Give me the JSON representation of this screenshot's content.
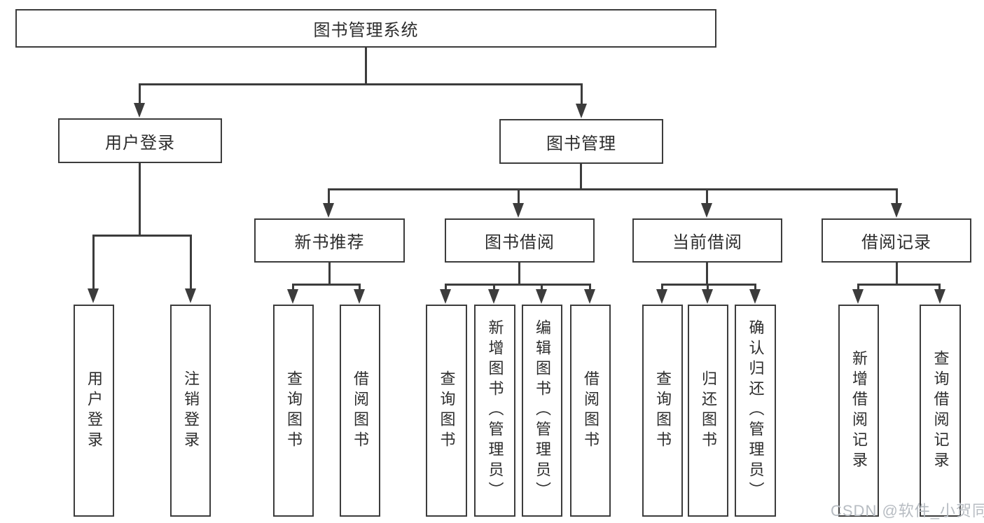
{
  "tree": {
    "root": "图书管理系统",
    "children": [
      {
        "label": "用户登录",
        "children": [
          "用户登录",
          "注销登录"
        ]
      },
      {
        "label": "图书管理",
        "children": [
          {
            "label": "新书推荐",
            "children": [
              "查询图书",
              "借阅图书"
            ]
          },
          {
            "label": "图书借阅",
            "children": [
              "查询图书",
              "新增图书（管理员）",
              "编辑图书（管理员）",
              "借阅图书"
            ]
          },
          {
            "label": "当前借阅",
            "children": [
              "查询图书",
              "归还图书",
              "确认归还（管理员）"
            ]
          },
          {
            "label": "借阅记录",
            "children": [
              "新增借阅记录",
              "查询借阅记录"
            ]
          }
        ]
      }
    ]
  },
  "watermark": {
    "text": "CSDN @软件_小贺同学"
  },
  "colors": {
    "line": "#3c3c3c",
    "text": "#2d2d2d",
    "background": "#ffffff",
    "watermark": "#b7bcc2"
  }
}
